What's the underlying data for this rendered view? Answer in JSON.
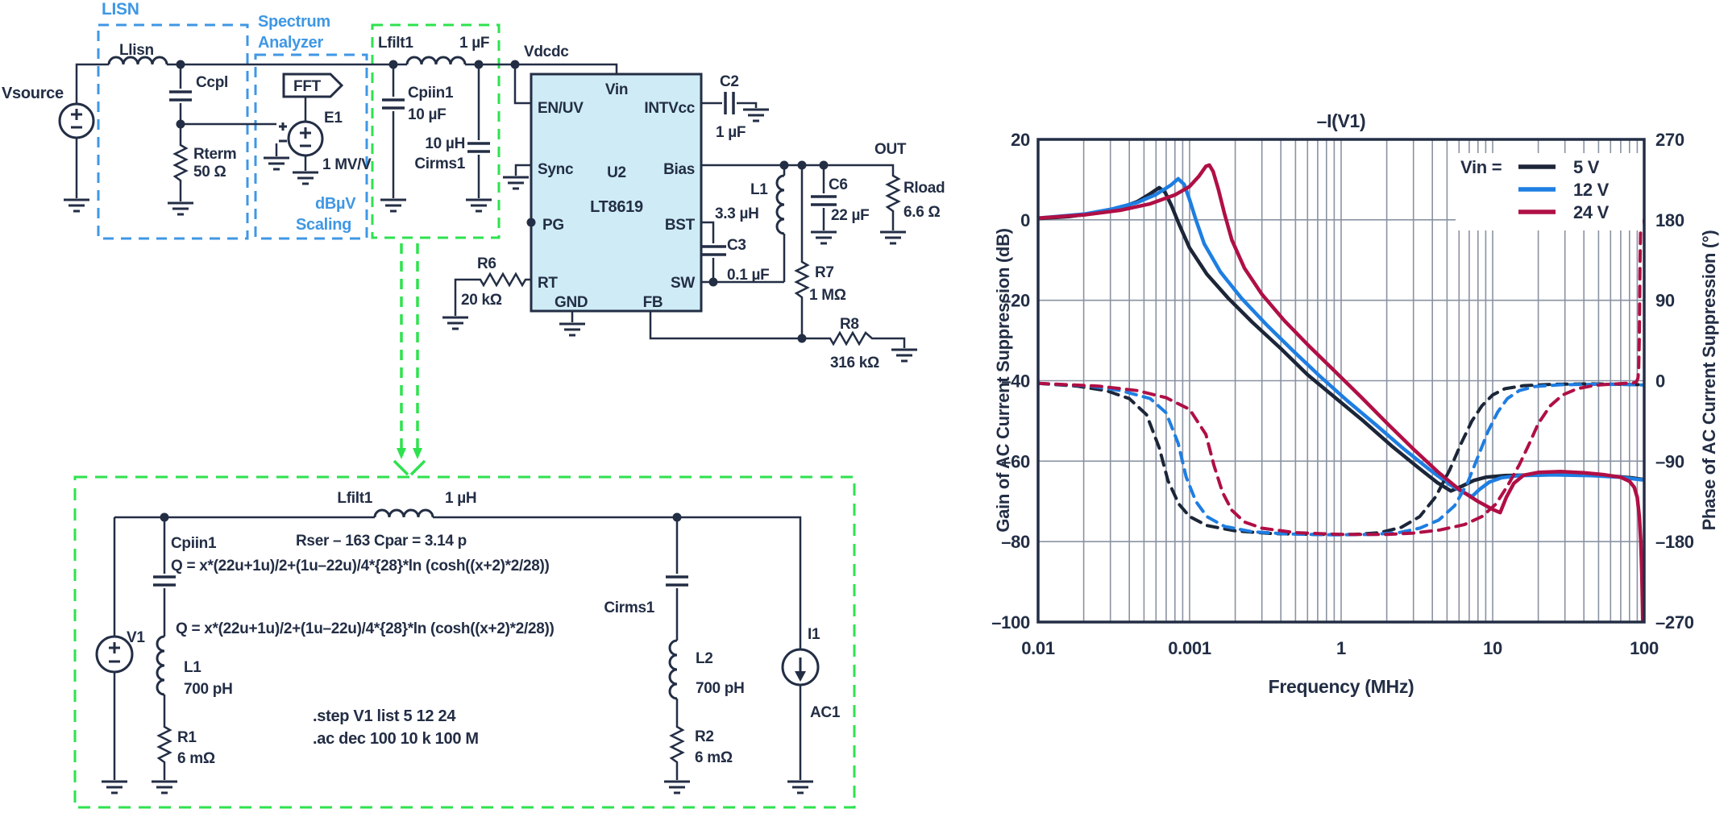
{
  "schematic": {
    "sources": {
      "vsource": "Vsource",
      "v1": "V1",
      "e1": "E1",
      "e1_gain": "1 MV/V",
      "i1": "I1",
      "i1_type": "AC1"
    },
    "lisn": {
      "title": "LISN",
      "llisn": "Llisn",
      "ccpl": "Ccpl",
      "rterm": "Rterm",
      "rterm_val": "50 Ω"
    },
    "spectrum": {
      "title_line1": "Spectrum",
      "title_line2": "Analyzer",
      "fft": "FFT",
      "scaling_line1": "dBµV",
      "scaling_line2": "Scaling"
    },
    "filter": {
      "lfilt": "Lfilt1",
      "lfilt_val": "1 µF",
      "cpiin": "Cpiin1",
      "cpiin_val": "10 µF",
      "cirms_val": "10 µH",
      "cirms": "Cirms1"
    },
    "node_vdcdc": "Vdcdc",
    "node_out": "OUT",
    "chip": {
      "refdes": "U2",
      "part": "LT8619",
      "pins": {
        "vin": "Vin",
        "enuv": "EN/UV",
        "intvcc": "INTVcc",
        "sync": "Sync",
        "bias": "Bias",
        "pg": "PG",
        "bst": "BST",
        "rt": "RT",
        "gnd": "GND",
        "sw": "SW",
        "fb": "FB"
      }
    },
    "components": {
      "r6": "R6",
      "r6_val": "20 kΩ",
      "c2": "C2",
      "c2_val": "1 µF",
      "l1": "L1",
      "l1_val": "3.3 µH",
      "c3": "C3",
      "c3_val": "0.1 µF",
      "c6": "C6",
      "c6_val": "22 µF",
      "rload": "Rload",
      "rload_val": "6.6 Ω",
      "r7": "R7",
      "r7_val": "1 MΩ",
      "r8": "R8",
      "r8_val": "316 kΩ"
    },
    "equiv": {
      "lfilt": "Lfilt1",
      "lfilt_val": "1 µH",
      "rser_cpar": "Rser – 163 Cpar = 3.14 p",
      "cpiin": "Cpiin1",
      "q_formula": "Q = x*(22u+1u)/2+(1u–22u)/4*{28}*ln (cosh((x+2)*2/28))",
      "cirms": "Cirms1",
      "v1": "V1",
      "l1": "L1",
      "l1_val": "700 pH",
      "r1": "R1",
      "r1_val": "6 mΩ",
      "l2": "L2",
      "l2_val": "700 pH",
      "r2": "R2",
      "r2_val": "6 mΩ",
      "i1": "I1",
      "i1_type": "AC1",
      "directive1": ".step V1 list 5 12 24",
      "directive2": ".ac dec 100 10 k 100 M"
    }
  },
  "chart_data": {
    "type": "line",
    "title": "–I(V1)",
    "xlabel": "Frequency (MHz)",
    "ylabel_left": "Gain of AC Current Suppression (dB)",
    "ylabel_right": "Phase of AC Current Suppression (°)",
    "x_log": true,
    "x_range": [
      0.01,
      100
    ],
    "x_tick_labels": [
      "0.01",
      "0.001",
      "1",
      "10",
      "100"
    ],
    "y_left_range": [
      20,
      -100
    ],
    "y_left_tick_labels": [
      "20",
      "0",
      "–20",
      "–40",
      "–60",
      "–80",
      "–100"
    ],
    "y_right_range": [
      270,
      -270
    ],
    "y_right_tick_labels": [
      "270",
      "180",
      "90",
      "0",
      "–90",
      "–180",
      "–270"
    ],
    "grid": true,
    "legend": {
      "title": "Vin =",
      "entries": [
        {
          "label": "5 V",
          "color": "#1c2638"
        },
        {
          "label": "12 V",
          "color": "#1e7ee2"
        },
        {
          "label": "24 V",
          "color": "#b00f45"
        }
      ]
    },
    "gain_series": [
      {
        "name": "5V",
        "color": "#1c2638",
        "points": [
          [
            0.01,
            0.3
          ],
          [
            0.016,
            0.8
          ],
          [
            0.025,
            1.8
          ],
          [
            0.035,
            3
          ],
          [
            0.045,
            4.5
          ],
          [
            0.055,
            6.5
          ],
          [
            0.063,
            8
          ],
          [
            0.069,
            6.8
          ],
          [
            0.076,
            3.5
          ],
          [
            0.085,
            -1
          ],
          [
            0.1,
            -7
          ],
          [
            0.13,
            -13.5
          ],
          [
            0.18,
            -19.5
          ],
          [
            0.26,
            -25.5
          ],
          [
            0.4,
            -32
          ],
          [
            0.6,
            -38.5
          ],
          [
            0.9,
            -44
          ],
          [
            1.4,
            -50
          ],
          [
            2.2,
            -56.5
          ],
          [
            3.2,
            -61.5
          ],
          [
            4.3,
            -65.3
          ],
          [
            5.3,
            -67.4
          ],
          [
            6.2,
            -66.3
          ],
          [
            7.5,
            -64.8
          ],
          [
            9,
            -64
          ],
          [
            12,
            -63.6
          ],
          [
            20,
            -63.4
          ],
          [
            35,
            -63.4
          ],
          [
            60,
            -63.7
          ],
          [
            85,
            -64.2
          ],
          [
            100,
            -64.6
          ]
        ]
      },
      {
        "name": "12V",
        "color": "#1e7ee2",
        "points": [
          [
            0.01,
            0.4
          ],
          [
            0.02,
            1.4
          ],
          [
            0.03,
            2.6
          ],
          [
            0.045,
            4.3
          ],
          [
            0.06,
            6.3
          ],
          [
            0.075,
            8.6
          ],
          [
            0.084,
            10.2
          ],
          [
            0.092,
            8.8
          ],
          [
            0.1,
            5
          ],
          [
            0.11,
            0
          ],
          [
            0.125,
            -6
          ],
          [
            0.16,
            -13
          ],
          [
            0.22,
            -19.5
          ],
          [
            0.32,
            -26
          ],
          [
            0.48,
            -32.5
          ],
          [
            0.72,
            -38.8
          ],
          [
            1.1,
            -45
          ],
          [
            1.7,
            -51
          ],
          [
            2.6,
            -57
          ],
          [
            3.8,
            -62
          ],
          [
            5.2,
            -65.8
          ],
          [
            6.6,
            -68
          ],
          [
            7.3,
            -68.8
          ],
          [
            8.2,
            -67
          ],
          [
            9.5,
            -65.2
          ],
          [
            11.5,
            -64.1
          ],
          [
            15,
            -63.6
          ],
          [
            25,
            -63.4
          ],
          [
            45,
            -63.6
          ],
          [
            70,
            -64
          ],
          [
            100,
            -64.7
          ]
        ]
      },
      {
        "name": "24V",
        "color": "#b00f45",
        "points": [
          [
            0.01,
            0.4
          ],
          [
            0.02,
            1.2
          ],
          [
            0.035,
            2.4
          ],
          [
            0.055,
            4
          ],
          [
            0.08,
            6.2
          ],
          [
            0.1,
            8.3
          ],
          [
            0.115,
            10.8
          ],
          [
            0.128,
            13.3
          ],
          [
            0.135,
            13.6
          ],
          [
            0.143,
            12
          ],
          [
            0.155,
            7.5
          ],
          [
            0.17,
            1.5
          ],
          [
            0.19,
            -5
          ],
          [
            0.23,
            -12
          ],
          [
            0.3,
            -18.5
          ],
          [
            0.42,
            -25
          ],
          [
            0.6,
            -31
          ],
          [
            0.9,
            -37.5
          ],
          [
            1.35,
            -44
          ],
          [
            2,
            -50.5
          ],
          [
            3,
            -57
          ],
          [
            4.3,
            -62.5
          ],
          [
            6,
            -67
          ],
          [
            8,
            -70
          ],
          [
            10,
            -72
          ],
          [
            11.2,
            -72.8
          ],
          [
            12.3,
            -69
          ],
          [
            13.8,
            -65.5
          ],
          [
            16,
            -63.5
          ],
          [
            20,
            -62.8
          ],
          [
            28,
            -62.6
          ],
          [
            40,
            -62.9
          ],
          [
            55,
            -63.4
          ],
          [
            70,
            -64
          ],
          [
            80,
            -65
          ],
          [
            86,
            -66.5
          ],
          [
            90,
            -69
          ],
          [
            93,
            -74
          ],
          [
            95,
            -80
          ],
          [
            96.5,
            -88
          ],
          [
            97.5,
            -96
          ],
          [
            98,
            -102
          ]
        ]
      }
    ],
    "phase_series": [
      {
        "name": "5V",
        "color": "#1c2638",
        "points": [
          [
            0.01,
            -3
          ],
          [
            0.018,
            -6
          ],
          [
            0.028,
            -11
          ],
          [
            0.04,
            -20
          ],
          [
            0.052,
            -38
          ],
          [
            0.063,
            -75
          ],
          [
            0.072,
            -112
          ],
          [
            0.085,
            -138
          ],
          [
            0.1,
            -152
          ],
          [
            0.13,
            -162
          ],
          [
            0.2,
            -168
          ],
          [
            0.35,
            -171
          ],
          [
            0.7,
            -172
          ],
          [
            1.2,
            -172
          ],
          [
            1.8,
            -170
          ],
          [
            2.5,
            -164
          ],
          [
            3.3,
            -152
          ],
          [
            4.2,
            -130
          ],
          [
            5.2,
            -100
          ],
          [
            6.2,
            -70
          ],
          [
            7.3,
            -45
          ],
          [
            8.5,
            -28
          ],
          [
            10,
            -16
          ],
          [
            12,
            -9
          ],
          [
            16,
            -5.5
          ],
          [
            25,
            -4
          ],
          [
            45,
            -3.5
          ],
          [
            70,
            -4
          ],
          [
            100,
            -4.5
          ]
        ]
      },
      {
        "name": "12V",
        "color": "#1e7ee2",
        "points": [
          [
            0.01,
            -3
          ],
          [
            0.022,
            -6
          ],
          [
            0.035,
            -11
          ],
          [
            0.055,
            -20
          ],
          [
            0.07,
            -36
          ],
          [
            0.084,
            -70
          ],
          [
            0.095,
            -108
          ],
          [
            0.11,
            -135
          ],
          [
            0.13,
            -152
          ],
          [
            0.17,
            -163
          ],
          [
            0.26,
            -169
          ],
          [
            0.45,
            -171.5
          ],
          [
            0.9,
            -172.5
          ],
          [
            1.6,
            -172
          ],
          [
            2.4,
            -170
          ],
          [
            3.3,
            -165
          ],
          [
            4.4,
            -156
          ],
          [
            5.6,
            -140
          ],
          [
            6.8,
            -115
          ],
          [
            8,
            -85
          ],
          [
            9.3,
            -57
          ],
          [
            10.8,
            -35
          ],
          [
            12.5,
            -20
          ],
          [
            15,
            -11
          ],
          [
            19,
            -6.5
          ],
          [
            28,
            -4.5
          ],
          [
            50,
            -4
          ],
          [
            75,
            -4.3
          ],
          [
            100,
            -4.8
          ]
        ]
      },
      {
        "name": "24V",
        "color": "#b00f45",
        "points": [
          [
            0.01,
            -3
          ],
          [
            0.025,
            -6
          ],
          [
            0.045,
            -11
          ],
          [
            0.07,
            -19
          ],
          [
            0.1,
            -32
          ],
          [
            0.128,
            -60
          ],
          [
            0.145,
            -95
          ],
          [
            0.165,
            -125
          ],
          [
            0.19,
            -145
          ],
          [
            0.23,
            -158
          ],
          [
            0.3,
            -165
          ],
          [
            0.5,
            -170
          ],
          [
            1,
            -172
          ],
          [
            2,
            -172
          ],
          [
            3,
            -170.5
          ],
          [
            4.5,
            -167
          ],
          [
            6.5,
            -161
          ],
          [
            8.5,
            -152
          ],
          [
            10.5,
            -138
          ],
          [
            12.5,
            -118
          ],
          [
            15,
            -94
          ],
          [
            17.5,
            -70
          ],
          [
            20,
            -48
          ],
          [
            24,
            -28
          ],
          [
            29,
            -16
          ],
          [
            36,
            -9
          ],
          [
            48,
            -5
          ],
          [
            62,
            -3.8
          ],
          [
            75,
            -3
          ],
          [
            85,
            -2.4
          ],
          [
            89,
            -1
          ],
          [
            91,
            3
          ],
          [
            92,
            15
          ],
          [
            92.8,
            45
          ],
          [
            93.4,
            90
          ],
          [
            94,
            135
          ],
          [
            94.6,
            165
          ],
          [
            95.5,
            176
          ],
          [
            97,
            179
          ],
          [
            100,
            179.5
          ]
        ]
      }
    ]
  }
}
